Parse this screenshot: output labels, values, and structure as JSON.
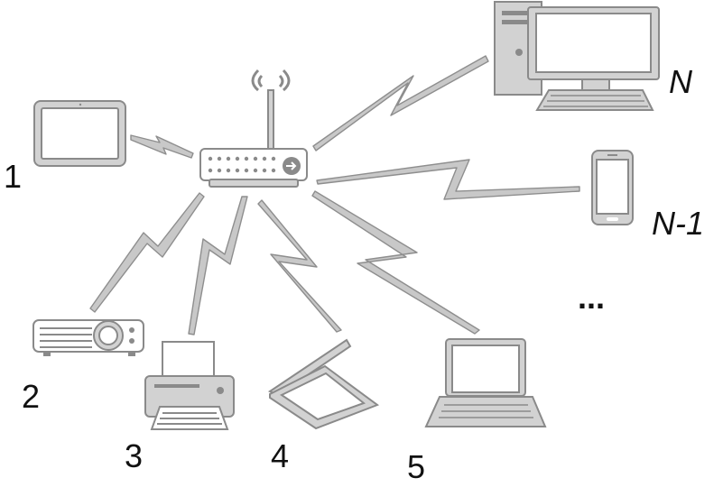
{
  "labels": {
    "device_1": "1",
    "device_2": "2",
    "device_3": "3",
    "device_4": "4",
    "device_5": "5",
    "device_n_minus_1": "N-1",
    "device_n": "N",
    "ellipsis": "..."
  },
  "devices": [
    {
      "id": "router",
      "icon": "wireless-router-icon"
    },
    {
      "id": "device_1",
      "icon": "tablet-icon"
    },
    {
      "id": "device_2",
      "icon": "projector-icon"
    },
    {
      "id": "device_3",
      "icon": "printer-icon"
    },
    {
      "id": "device_4",
      "icon": "scanner-icon"
    },
    {
      "id": "device_5",
      "icon": "laptop-icon"
    },
    {
      "id": "device_n_minus_1",
      "icon": "smartphone-icon"
    },
    {
      "id": "device_n",
      "icon": "desktop-computer-icon"
    }
  ],
  "links": [
    {
      "from": "router",
      "to": "device_1",
      "style": "lightning-bolt"
    },
    {
      "from": "router",
      "to": "device_2",
      "style": "lightning-bolt"
    },
    {
      "from": "router",
      "to": "device_3",
      "style": "lightning-bolt"
    },
    {
      "from": "router",
      "to": "device_4",
      "style": "lightning-bolt"
    },
    {
      "from": "router",
      "to": "device_5",
      "style": "lightning-bolt"
    },
    {
      "from": "router",
      "to": "device_n_minus_1",
      "style": "lightning-bolt"
    },
    {
      "from": "router",
      "to": "device_n",
      "style": "lightning-bolt"
    }
  ],
  "colors": {
    "device_fill": "#d2d2d2",
    "device_stroke": "#8a8a8a",
    "bolt_fill": "#c8c8c8",
    "label_text": "#111111"
  }
}
